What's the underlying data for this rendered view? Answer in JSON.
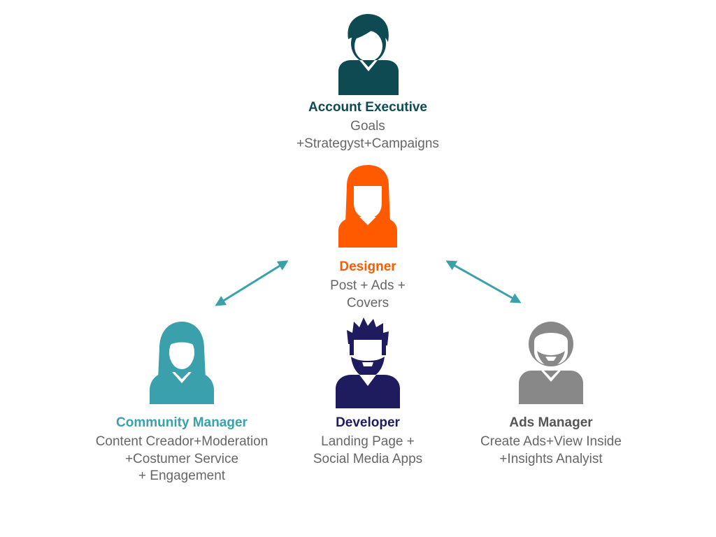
{
  "roles": {
    "account_executive": {
      "title": "Account Executive",
      "description": "Goals\n+Strategyst+Campaigns",
      "color": "#0d4a52",
      "icon": "man-avatar-icon"
    },
    "designer": {
      "title": "Designer",
      "description": "Post +  Ads +\nCovers",
      "color": "#ff5a00",
      "icon": "woman-long-hair-avatar-icon"
    },
    "community_manager": {
      "title": "Community Manager",
      "description": "Content Creador+Moderation\n+Costumer Service\n+ Engagement",
      "color": "#3aa0ac",
      "icon": "woman-hijab-avatar-icon"
    },
    "developer": {
      "title": "Developer",
      "description": "Landing Page +\nSocial Media Apps",
      "color": "#1e1b5e",
      "icon": "bearded-man-avatar-icon"
    },
    "ads_manager": {
      "title": "Ads Manager",
      "description": "Create Ads+View Inside\n+Insights Analyist",
      "color": "#888888",
      "icon": "goatee-man-avatar-icon"
    }
  },
  "arrow_color": "#3aa0ac",
  "text_color": "#666666"
}
